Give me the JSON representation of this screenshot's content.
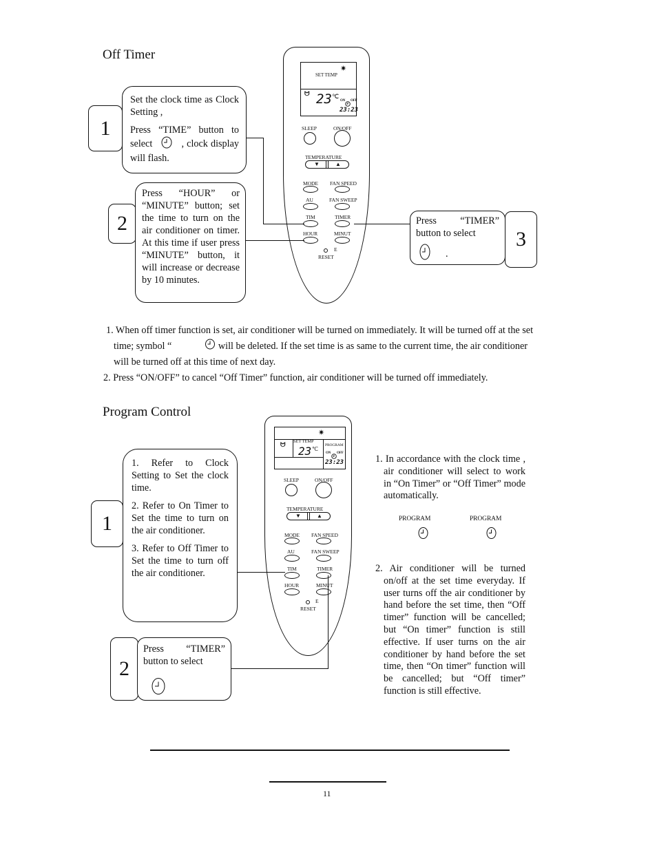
{
  "section1": {
    "title": "Off Timer",
    "step1": {
      "number": "1",
      "text_a": "Set the clock time as Clock Setting ,",
      "text_b1": "Press “TIME” button to select",
      "text_b2": ", clock display will flash."
    },
    "step2": {
      "number": "2",
      "text": "Press “HOUR” or “MINUTE” button; set the time to turn on the air conditioner on timer. At this time if user press “MINUTE” button, it will increase or decrease by 10 minutes."
    },
    "step3": {
      "number": "3",
      "text": "Press “TIMER” button to select",
      "dot": "."
    },
    "notes": {
      "n1_part1": "1. When off timer function is set, air conditioner will be turned on immediately. It will be turned off at the set",
      "n1_part2a": "time; symbol “",
      "n1_part2b": "will be deleted. If the set time is as same to the current time, the air conditioner",
      "n1_part3": "will be turned off at this time of next day.",
      "n2": "2. Press “ON/OFF” to cancel “Off Timer” function, air conditioner will be turned off immediately."
    }
  },
  "section2": {
    "title": "Program Control",
    "step1": {
      "number": "1",
      "item1": "1. Refer to Clock Setting to Set the clock time.",
      "item2": "2. Refer to On Timer to Set the time to turn on the air conditioner.",
      "item3": "3. Refer to Off Timer to Set the time to turn off the air conditioner."
    },
    "step2": {
      "number": "2",
      "text": "Press “TIMER” button to select"
    },
    "right": {
      "p1": "1. In accordance with the clock time , air conditioner will select to work in “On Timer” or “Off Timer” mode automatically.",
      "program_label_1": "PROGRAM",
      "program_label_2": "PROGRAM",
      "p2": "2. Air conditioner will be turned on/off at the set time everyday. If user turns off the air conditioner by hand before the set time, then “Off timer” function will be cancelled; but “On timer” function is still effective. If user turns on the air conditioner by hand before the set time, then “On timer” function will be cancelled; but “Off timer” function is still effective."
    }
  },
  "remote1": {
    "set_temp": "SET TEMP",
    "temp": "23",
    "unit": "℃",
    "clock": "23:23",
    "on": "ON",
    "off": "OFF",
    "sleep": "SLEEP",
    "onoff": "ON/OFF",
    "temperature": "TEMPERATURE",
    "mode": "MODE",
    "fan_speed": "FAN SPEED",
    "au": "AU",
    "fan_sweep": "FAN SWEEP",
    "tim": "TIM",
    "timer": "TIMER",
    "hour": "HOUR",
    "minut": "MINUT",
    "e": "E",
    "reset": "RESET"
  },
  "remote2": {
    "set_temp": "SET TEMP",
    "program": "PROGRAM",
    "temp": "23",
    "unit": "℃",
    "clock": "23:23",
    "on": "ON",
    "off": "OFF",
    "sleep": "SLEEP",
    "onoff": "ON/OFF",
    "temperature": "TEMPERATURE",
    "mode": "MODE",
    "fan_speed": "FAN SPEED",
    "au": "AU",
    "fan_sweep": "FAN SWEEP",
    "tim": "TIM",
    "timer": "TIMER",
    "hour": "HOUR",
    "minut": "MINUT",
    "e": "E",
    "reset": "RESET"
  },
  "footer": {
    "page_number": "11"
  },
  "icons": {
    "clock": "clock-icon",
    "sun": "sun-icon",
    "fan": "fan-icon"
  }
}
